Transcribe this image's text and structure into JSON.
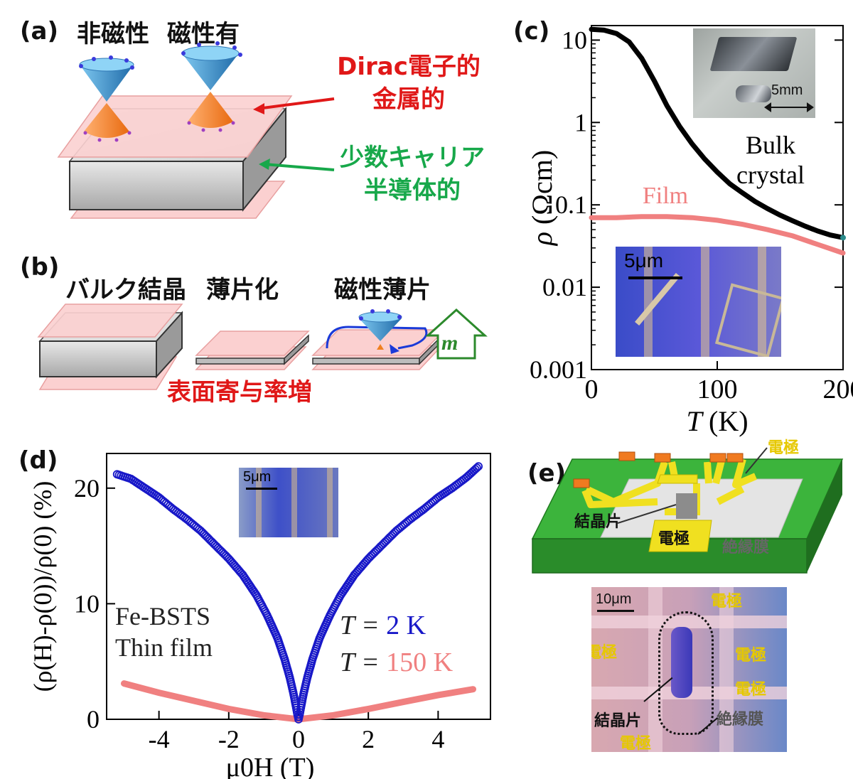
{
  "panel_a": {
    "label": "(a)",
    "title_nonmag": "非磁性",
    "title_mag": "磁性有",
    "surface_label_line1": "Dirac電子的",
    "surface_label_line2": "金属的",
    "bulk_label_line1": "少数キャリア",
    "bulk_label_line2": "半導体的"
  },
  "panel_b": {
    "label": "(b)",
    "title_bulk": "バルク結晶",
    "title_thin": "薄片化",
    "title_mag": "磁性薄片",
    "bottom_label": "表面寄与率増",
    "arrow_label": "m"
  },
  "panel_c": {
    "label": "(c)",
    "photo_scale": "5mm",
    "micro_scale": "5μm",
    "bulk_label_line1": "Bulk",
    "bulk_label_line2": "crystal",
    "film_label": "Film"
  },
  "panel_d": {
    "label": "(d)",
    "micro_scale": "5μm",
    "sample_line1": "Fe-BSTS",
    "sample_line2": "Thin film",
    "legend_T1_prefix": "T = ",
    "legend_T1_value": "2 K",
    "legend_T2_prefix": "T = ",
    "legend_T2_value": "150 K"
  },
  "panel_e": {
    "label": "(e)",
    "electrode_top": "電極",
    "crystal_label": "結晶片",
    "electrode_center": "電極",
    "insulator_label": "絶縁膜",
    "micro_scale": "10μm",
    "micro_electrode": "電極",
    "micro_crystal": "結晶片",
    "micro_insulator": "絶縁膜"
  },
  "colors": {
    "bulk_line": "#000000",
    "film_line": "#f08080",
    "T2_color": "#1818c8",
    "T150_color": "#f08080",
    "red_text": "#e01818",
    "green_text": "#17a84a",
    "electrode_yellow": "#f0e020",
    "substrate_green": "#3cb43c"
  },
  "chart_data": [
    {
      "panel": "c",
      "type": "line",
      "xlabel": "T (K)",
      "ylabel": "ρ (Ωcm)",
      "xlim": [
        0,
        200
      ],
      "ylim": [
        0.001,
        15
      ],
      "yscale": "log",
      "xticks": [
        "0",
        "100",
        "200"
      ],
      "yticks": [
        "10",
        "1",
        "0.1",
        "0.01",
        "0.001"
      ],
      "series": [
        {
          "name": "Bulk crystal",
          "x": [
            0,
            10,
            20,
            30,
            40,
            50,
            60,
            70,
            80,
            90,
            100,
            110,
            120,
            130,
            140,
            150,
            160,
            170,
            180,
            190,
            200
          ],
          "y": [
            13.5,
            13.2,
            12,
            9.5,
            6,
            3.2,
            1.6,
            0.9,
            0.55,
            0.36,
            0.25,
            0.18,
            0.14,
            0.11,
            0.09,
            0.075,
            0.064,
            0.055,
            0.048,
            0.043,
            0.04
          ]
        },
        {
          "name": "Film",
          "x": [
            0,
            20,
            40,
            60,
            80,
            100,
            120,
            140,
            160,
            180,
            200
          ],
          "y": [
            0.07,
            0.07,
            0.072,
            0.072,
            0.07,
            0.065,
            0.058,
            0.05,
            0.042,
            0.033,
            0.026
          ]
        }
      ]
    },
    {
      "panel": "d",
      "type": "scatter",
      "xlabel": "μ0H (T)",
      "ylabel": "(ρ(H)-ρ(0))/ρ(0) (%)",
      "xlim": [
        -5.5,
        5.5
      ],
      "ylim": [
        0,
        23
      ],
      "xticks": [
        "-4",
        "-2",
        "0",
        "2",
        "4"
      ],
      "yticks": [
        "0",
        "10",
        "20"
      ],
      "series": [
        {
          "name": "T = 2 K",
          "x": [
            -5.2,
            -4.8,
            -4.4,
            -4,
            -3.6,
            -3.2,
            -2.8,
            -2.4,
            -2,
            -1.6,
            -1.2,
            -0.9,
            -0.6,
            -0.4,
            -0.25,
            -0.15,
            -0.08,
            -0.03,
            0,
            0.03,
            0.08,
            0.15,
            0.25,
            0.4,
            0.6,
            0.9,
            1.2,
            1.6,
            2,
            2.4,
            2.8,
            3.2,
            3.6,
            4,
            4.4,
            4.8,
            5.2
          ],
          "y": [
            21.2,
            20.8,
            20.0,
            19.2,
            18.2,
            17.3,
            16.3,
            15.1,
            13.9,
            12.5,
            10.7,
            9.0,
            7.0,
            5.2,
            3.6,
            2.3,
            1.2,
            0.4,
            0,
            0.4,
            1.2,
            2.3,
            3.6,
            5.2,
            7.0,
            9.0,
            10.7,
            12.5,
            13.9,
            15.1,
            16.3,
            17.3,
            18.2,
            19.2,
            20.0,
            20.9,
            22.0
          ]
        },
        {
          "name": "T = 150 K",
          "x": [
            -5,
            -4,
            -3,
            -2,
            -1,
            0,
            1,
            2,
            3,
            4,
            5
          ],
          "y": [
            3.1,
            2.3,
            1.6,
            0.9,
            0.35,
            0,
            0.35,
            0.9,
            1.5,
            2.1,
            2.6
          ]
        }
      ]
    }
  ]
}
